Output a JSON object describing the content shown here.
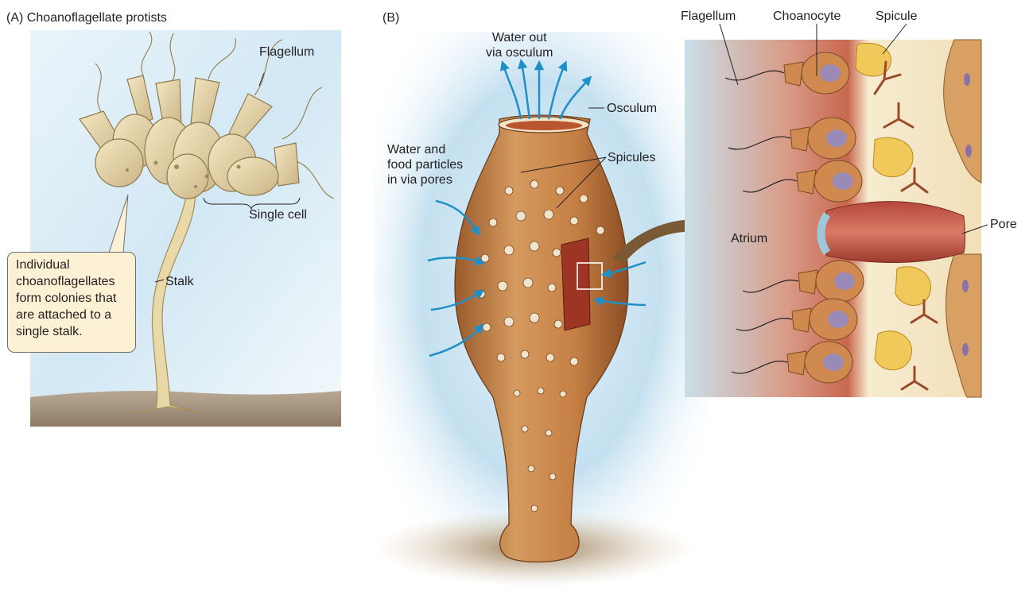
{
  "panel_a": {
    "title": "(A)  Choanoflagellate protists",
    "labels": {
      "flagellum": "Flagellum",
      "single_cell": "Single cell",
      "stalk": "Stalk"
    },
    "callout": "Individual choanoflagellates form colonies that are attached to a single stalk."
  },
  "panel_b": {
    "title": "(B)",
    "labels": {
      "water_out": "Water out\nvia osculum",
      "osculum": "Osculum",
      "water_in": "Water and\nfood particles\nin via pores",
      "spicules": "Spicules"
    }
  },
  "inset": {
    "labels": {
      "flagellum": "Flagellum",
      "choanocyte": "Choanocyte",
      "spicule": "Spicule",
      "atrium": "Atrium",
      "pore": "Pore"
    }
  },
  "colors": {
    "background_blue": "#cfe6f2",
    "sponge_body": "#c27f45",
    "arrow_blue": "#1f8fc8",
    "big_arrow": "#7a5a35",
    "atrium_red": "#c9674f",
    "callout_fill": "#fcf1d4"
  }
}
